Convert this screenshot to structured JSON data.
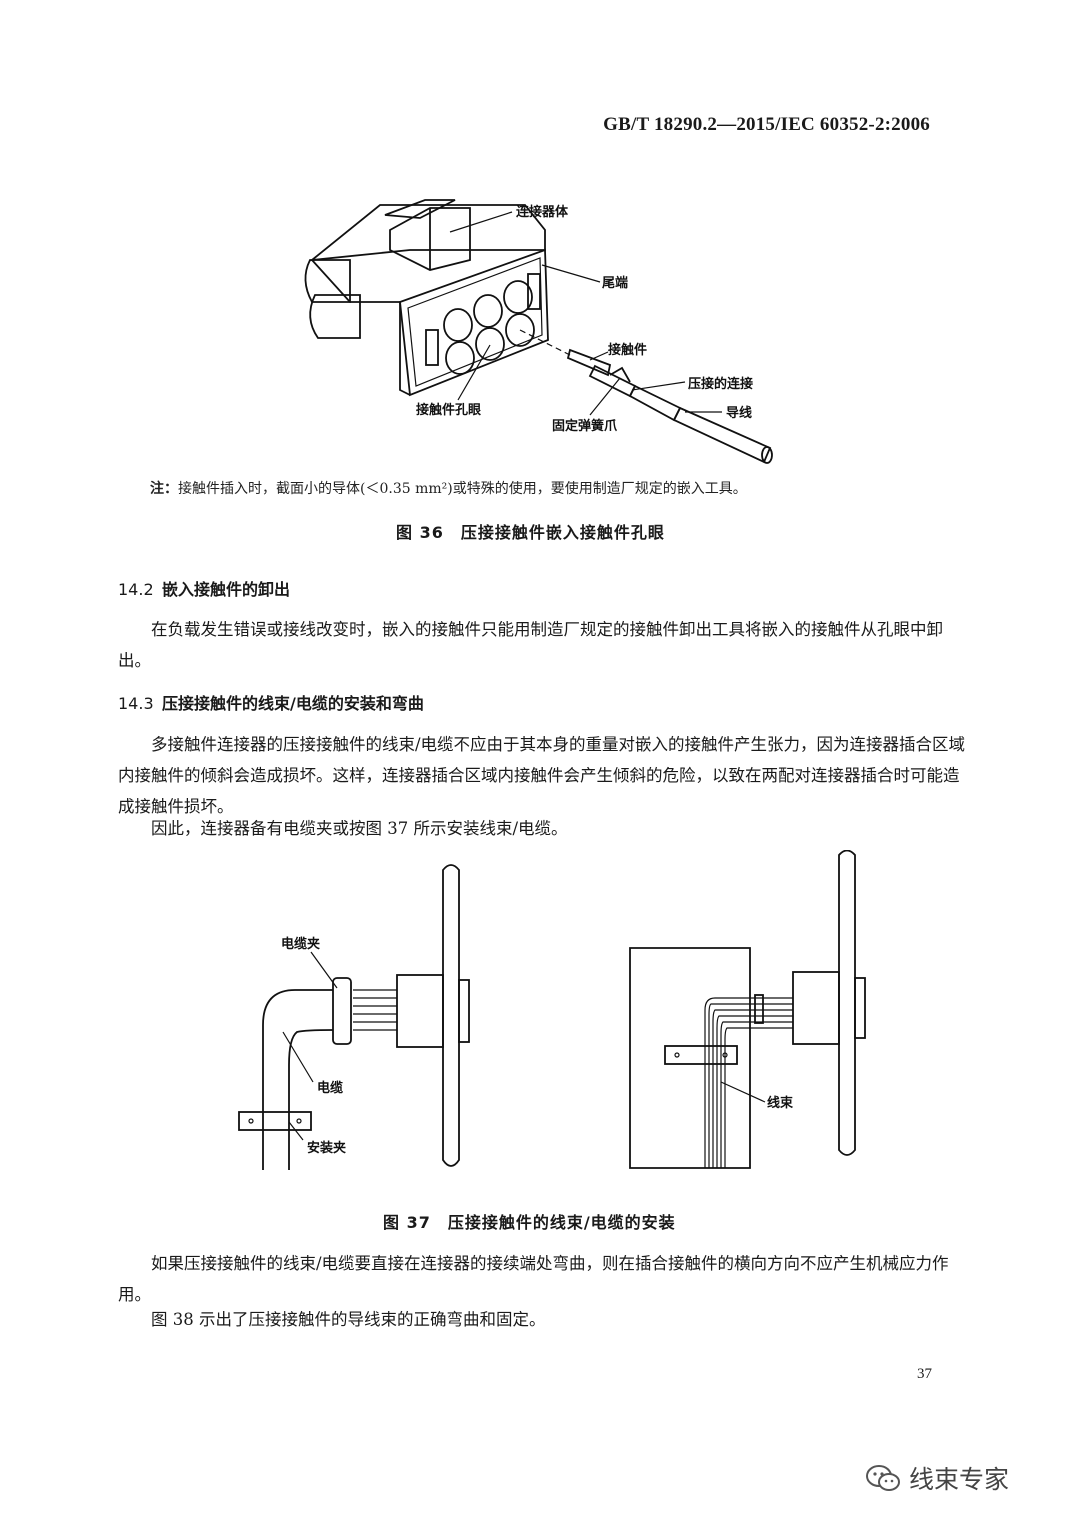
{
  "header": {
    "standard_number": "GB/T  18290.2—2015/IEC 60352-2:2006"
  },
  "figure36": {
    "labels": {
      "body": "连接器体",
      "rear": "尾端",
      "contact": "接触件",
      "crimp": "压接的连接",
      "wire": "导线",
      "hole": "接触件孔眼",
      "spring": "固定弹簧爪"
    },
    "note_prefix": "注：",
    "note_text": "接触件插入时，截面小的导体(＜0.35 mm²)或特殊的使用，要使用制造厂规定的嵌入工具。",
    "caption": "图 36　压接接触件嵌入接触件孔眼"
  },
  "section_14_2": {
    "number": "14.2",
    "title": "嵌入接触件的卸出",
    "paragraph": "在负载发生错误或接线改变时，嵌入的接触件只能用制造厂规定的接触件卸出工具将嵌入的接触件从孔眼中卸出。"
  },
  "section_14_3": {
    "number": "14.3",
    "title": "压接接触件的线束/电缆的安装和弯曲",
    "paragraph1": "多接触件连接器的压接接触件的线束/电缆不应由于其本身的重量对嵌入的接触件产生张力，因为连接器插合区域内接触件的倾斜会造成损坏。这样，连接器插合区域内接触件会产生倾斜的危险，以致在两配对连接器插合时可能造成接触件损坏。",
    "paragraph2": "因此，连接器备有电缆夹或按图 37 所示安装线束/电缆。"
  },
  "figure37": {
    "labels": {
      "cable_clamp": "电缆夹",
      "cable": "电缆",
      "mount_clamp": "安装夹",
      "harness": "线束"
    },
    "caption": "图 37　压接接触件的线束/电缆的安装"
  },
  "after_text": {
    "paragraph1": "如果压接接触件的线束/电缆要直接在连接器的接续端处弯曲，则在插合接触件的横向方向不应产生机械应力作用。",
    "paragraph2": "图 38 示出了压接接触件的导线束的正确弯曲和固定。"
  },
  "page_number": "37",
  "watermark": {
    "text": "线束专家",
    "icon": "wechat-icon"
  }
}
